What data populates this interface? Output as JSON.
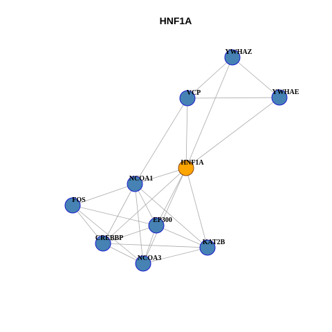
{
  "title": "HNF1A",
  "colors": {
    "node_fill": "#4682b4",
    "node_stroke": "#1a1acd",
    "center_fill": "#ffa500",
    "center_stroke": "#8b4513",
    "edge": "#a9a9a9"
  },
  "nodes": [
    {
      "id": "YWHAZ",
      "label": "YWHAZ",
      "center": false
    },
    {
      "id": "VCP",
      "label": "VCP",
      "center": false
    },
    {
      "id": "YWHAE",
      "label": "YWHAE",
      "center": false
    },
    {
      "id": "HNF1A",
      "label": "HNF1A",
      "center": true
    },
    {
      "id": "NCOA1",
      "label": "NCOA1",
      "center": false
    },
    {
      "id": "FOS",
      "label": "FOS",
      "center": false
    },
    {
      "id": "EP300",
      "label": "EP300",
      "center": false
    },
    {
      "id": "CREBBP",
      "label": "CREBBP",
      "center": false
    },
    {
      "id": "KAT2B",
      "label": "KAT2B",
      "center": false
    },
    {
      "id": "NCOA3",
      "label": "NCOA3",
      "center": false
    }
  ],
  "edges": [
    [
      "YWHAZ",
      "VCP"
    ],
    [
      "YWHAZ",
      "YWHAE"
    ],
    [
      "YWHAZ",
      "HNF1A"
    ],
    [
      "VCP",
      "YWHAE"
    ],
    [
      "VCP",
      "HNF1A"
    ],
    [
      "VCP",
      "NCOA1"
    ],
    [
      "YWHAE",
      "HNF1A"
    ],
    [
      "HNF1A",
      "NCOA1"
    ],
    [
      "HNF1A",
      "EP300"
    ],
    [
      "HNF1A",
      "CREBBP"
    ],
    [
      "HNF1A",
      "KAT2B"
    ],
    [
      "HNF1A",
      "NCOA3"
    ],
    [
      "NCOA1",
      "FOS"
    ],
    [
      "NCOA1",
      "EP300"
    ],
    [
      "NCOA1",
      "CREBBP"
    ],
    [
      "NCOA1",
      "KAT2B"
    ],
    [
      "NCOA1",
      "NCOA3"
    ],
    [
      "FOS",
      "EP300"
    ],
    [
      "FOS",
      "CREBBP"
    ],
    [
      "FOS",
      "NCOA3"
    ],
    [
      "EP300",
      "CREBBP"
    ],
    [
      "EP300",
      "KAT2B"
    ],
    [
      "EP300",
      "NCOA3"
    ],
    [
      "CREBBP",
      "KAT2B"
    ],
    [
      "CREBBP",
      "NCOA3"
    ],
    [
      "KAT2B",
      "NCOA3"
    ]
  ]
}
